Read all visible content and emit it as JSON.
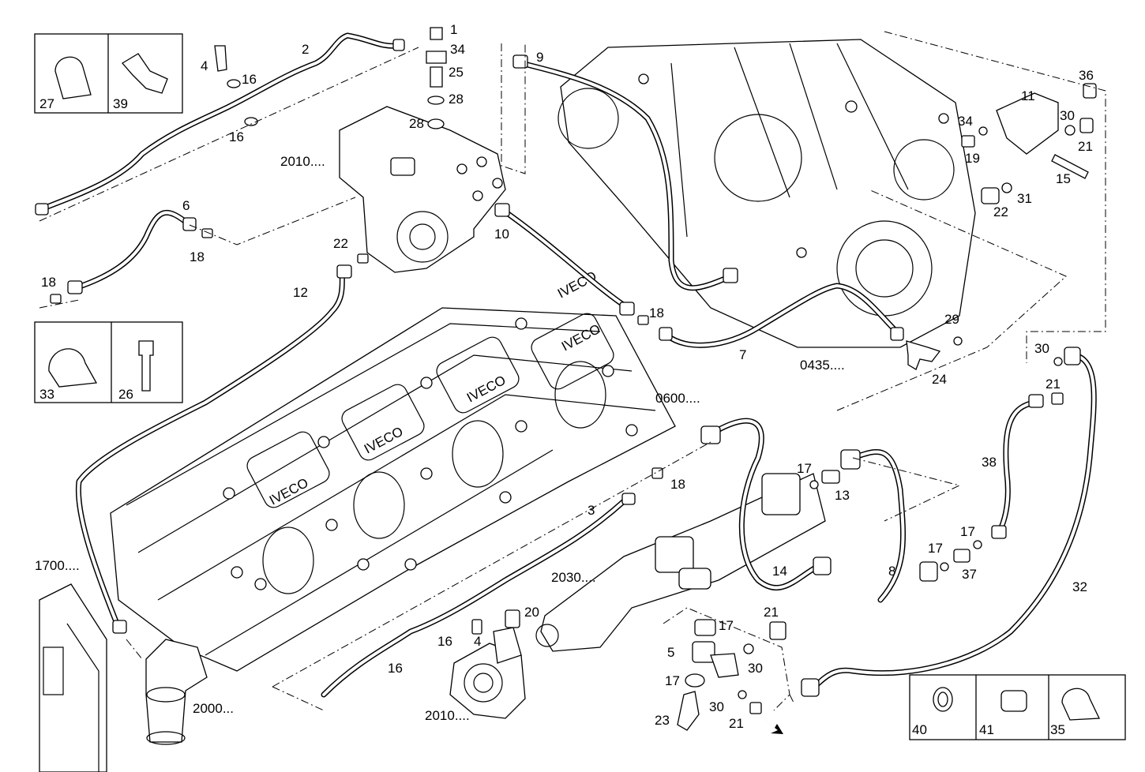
{
  "assembly_refs": [
    "2010....",
    "2010....",
    "0435....",
    "0600....",
    "1700....",
    "2000...",
    "2030...."
  ],
  "engine_branding": [
    "IVECO",
    "IVECO",
    "IVECO",
    "IVECO",
    "IVECO"
  ],
  "callouts": [
    "1",
    "34",
    "25",
    "28",
    "28",
    "2",
    "4",
    "16",
    "16",
    "9",
    "36",
    "11",
    "34",
    "30",
    "21",
    "19",
    "15",
    "31",
    "22",
    "6",
    "18",
    "18",
    "10",
    "22",
    "12",
    "18",
    "7",
    "29",
    "24",
    "30",
    "21",
    "17",
    "13",
    "18",
    "38",
    "17",
    "17",
    "37",
    "3",
    "14",
    "8",
    "32",
    "20",
    "21",
    "17",
    "16",
    "4",
    "5",
    "30",
    "16",
    "17",
    "30",
    "23",
    "21"
  ],
  "legend_top": {
    "items": [
      "27",
      "39"
    ]
  },
  "legend_mid": {
    "items": [
      "33",
      "26"
    ]
  },
  "legend_bottom": {
    "items": [
      "40",
      "41",
      "35"
    ]
  }
}
